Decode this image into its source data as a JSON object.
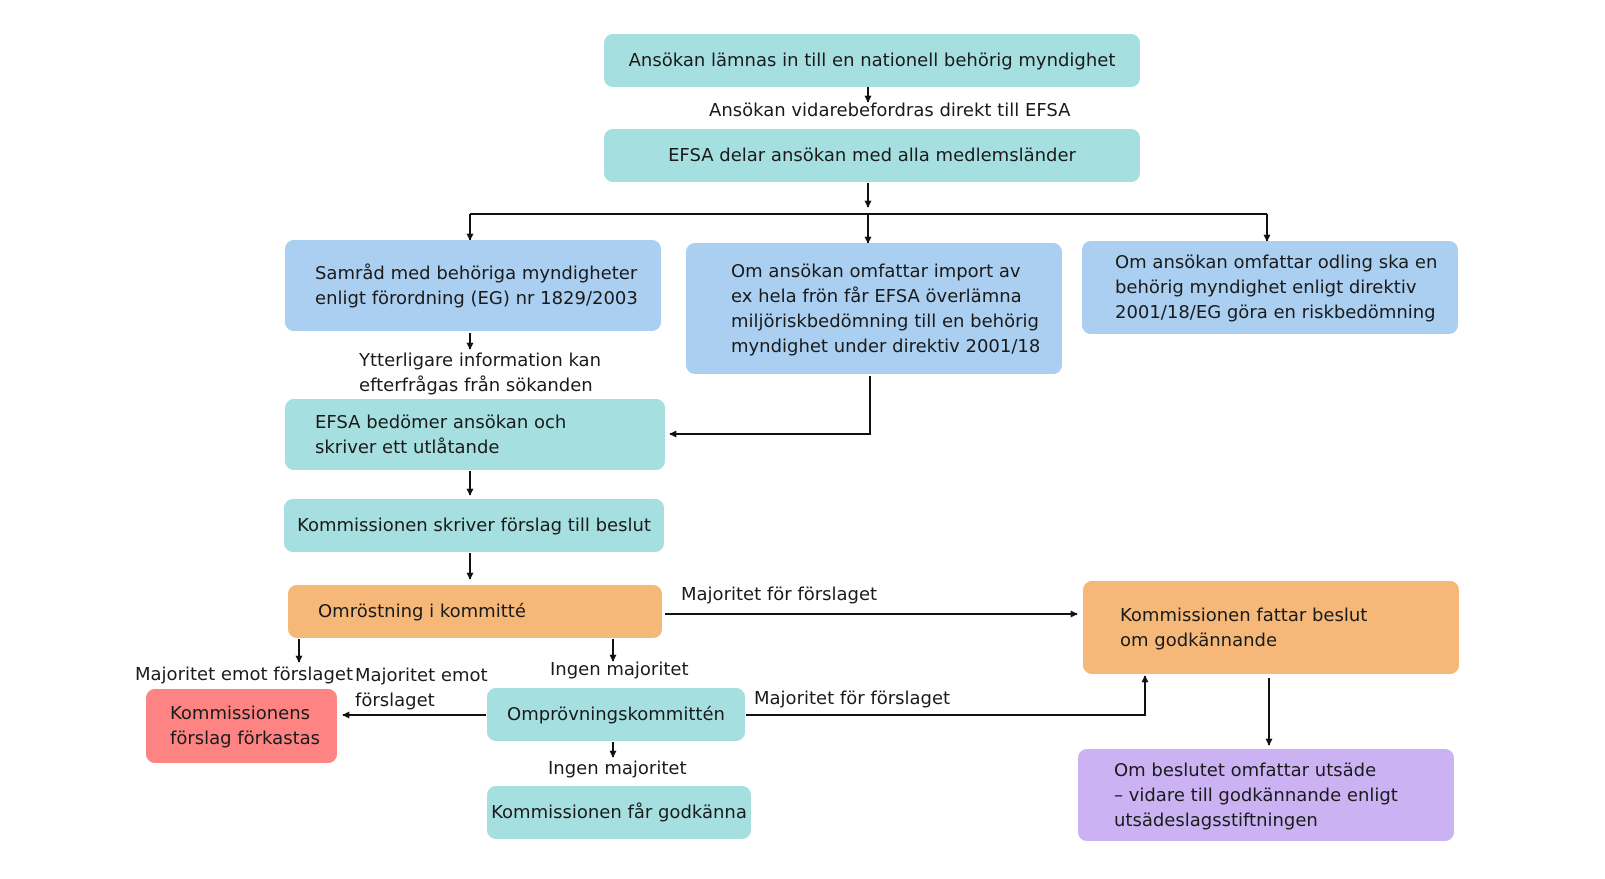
{
  "colors": {
    "teal": "#a6dfe0",
    "blue": "#aacff0",
    "orange": "#f5b878",
    "red": "#fd8482",
    "purple": "#cbb3f3",
    "line": "#111111"
  },
  "boxes": {
    "application_submitted": "Ansökan lämnas in till en nationell behörig myndighet",
    "efsa_shares": "EFSA delar ansökan med alla medlemsländer",
    "consultation": [
      "Samråd med behöriga myndigheter",
      "enligt förordning (EG) nr 1829/2003"
    ],
    "import_case": [
      "Om ansökan omfattar import av",
      "ex hela frön får EFSA överlämna",
      "miljöriskbedömning till en behörig",
      "myndighet under direktiv 2001/18"
    ],
    "cultivation_case": [
      "Om ansökan omfattar odling ska en",
      "behörig myndighet enligt direktiv",
      "2001/18/EG göra en riskbedömning"
    ],
    "efsa_assesses": [
      "EFSA bedömer ansökan och",
      "skriver ett utlåtande"
    ],
    "commission_proposal": "Kommissionen skriver förslag till beslut",
    "committee_vote": "Omröstning i kommitté",
    "commission_approves": [
      "Kommissionen fattar beslut",
      "om godkännande"
    ],
    "proposal_rejected": [
      "Kommissionens",
      "förslag förkastas"
    ],
    "appeal_committee": "Omprövningskommittén",
    "commission_may_approve": "Kommissionen får godkänna",
    "seed_case": [
      "Om beslutet omfattar utsäde",
      "– vidare till godkännande enligt",
      "utsädeslagsstiftningen"
    ]
  },
  "edge_labels": {
    "forwarded_to_efsa": "Ansökan vidarebefordras direkt till EFSA",
    "more_info": [
      "Ytterligare information kan",
      "efterfrågas från sökanden"
    ],
    "majority_for_1": "Majoritet för förslaget",
    "majority_against_1": "Majoritet emot förslaget",
    "majority_against_2": [
      "Majoritet emot",
      "förslaget"
    ],
    "no_majority_1": "Ingen majoritet",
    "majority_for_2": "Majoritet för förslaget",
    "no_majority_2": "Ingen majoritet"
  }
}
